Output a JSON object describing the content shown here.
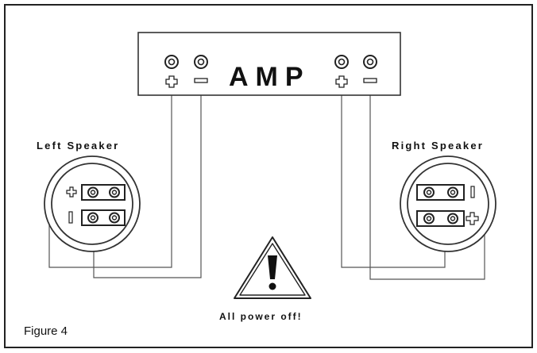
{
  "amp": {
    "label": "AMP"
  },
  "left_speaker": {
    "label": "Left Speaker"
  },
  "right_speaker": {
    "label": "Right Speaker"
  },
  "warning": {
    "text": "All power off!"
  },
  "figure": {
    "caption": "Figure 4"
  }
}
